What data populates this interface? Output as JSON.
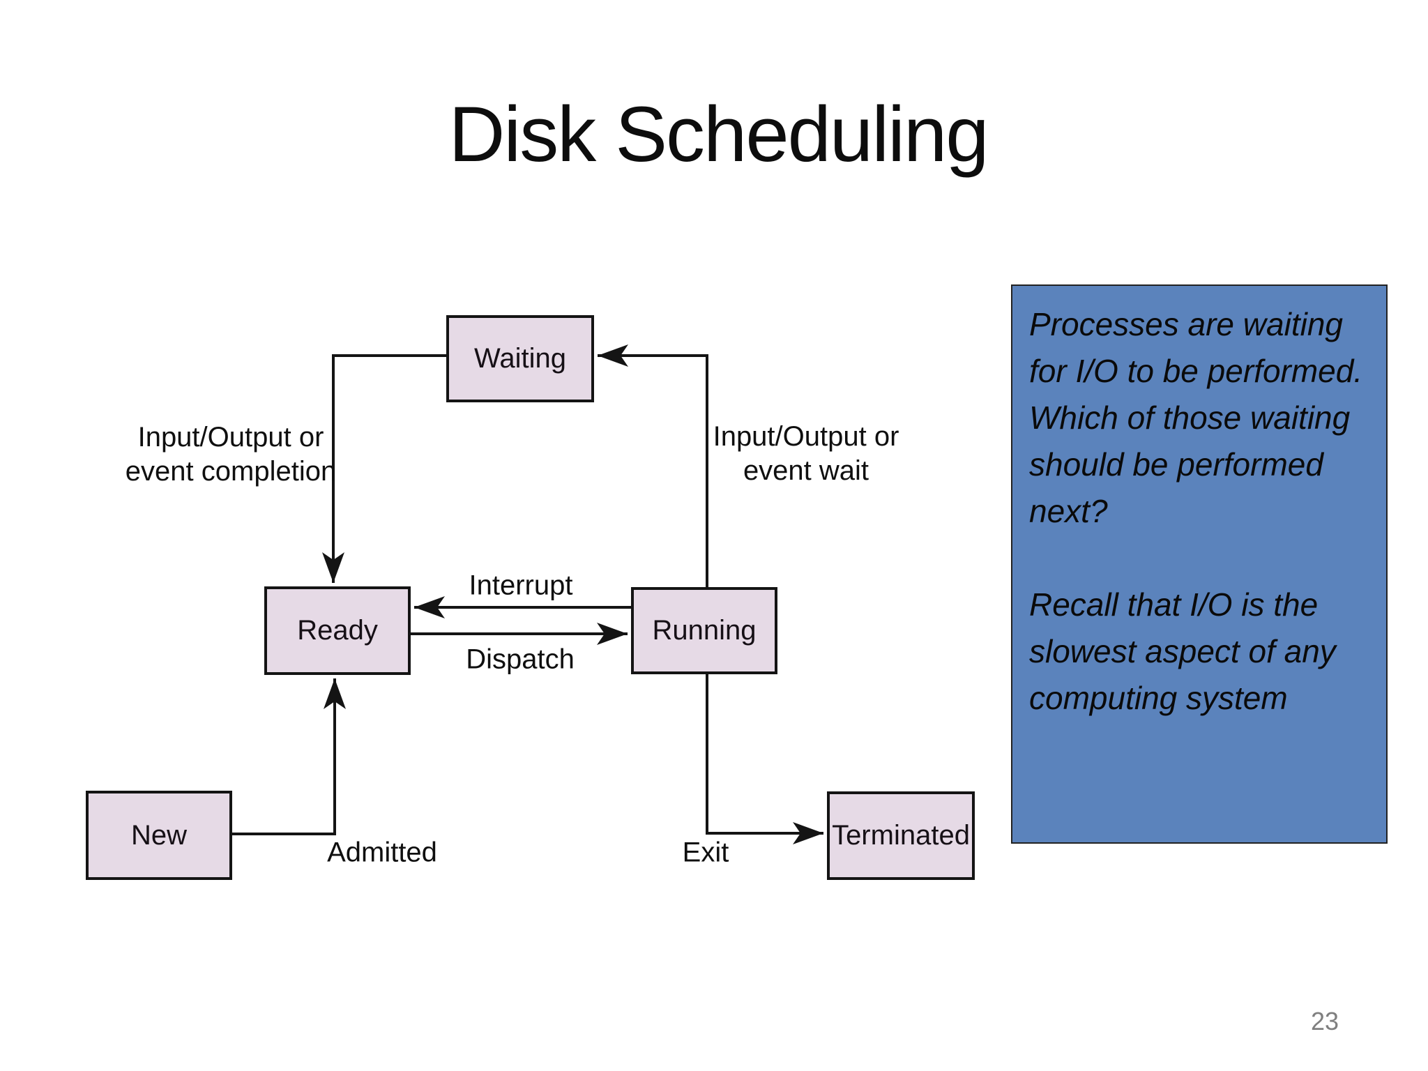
{
  "slide": {
    "title": "Disk Scheduling",
    "page_number": "23"
  },
  "diagram": {
    "nodes": {
      "waiting": {
        "label": "Waiting"
      },
      "ready": {
        "label": "Ready"
      },
      "running": {
        "label": "Running"
      },
      "new": {
        "label": "New"
      },
      "terminated": {
        "label": "Terminated"
      }
    },
    "edges": {
      "event_completion": {
        "line1": "Input/Output or",
        "line2": "event completion"
      },
      "event_wait": {
        "line1": "Input/Output or",
        "line2": "event wait"
      },
      "interrupt": {
        "label": "Interrupt"
      },
      "dispatch": {
        "label": "Dispatch"
      },
      "admitted": {
        "label": "Admitted"
      },
      "exit": {
        "label": "Exit"
      }
    },
    "colors": {
      "node_fill": "#e6dae6",
      "node_border": "#141414",
      "line_color": "#141414"
    }
  },
  "note_box": {
    "background": "#5b83bc",
    "paragraph1": "Processes are waiting for I/O to be performed. Which of those waiting should be performed next?",
    "paragraph2": "Recall that I/O is the slowest aspect of any computing system"
  }
}
